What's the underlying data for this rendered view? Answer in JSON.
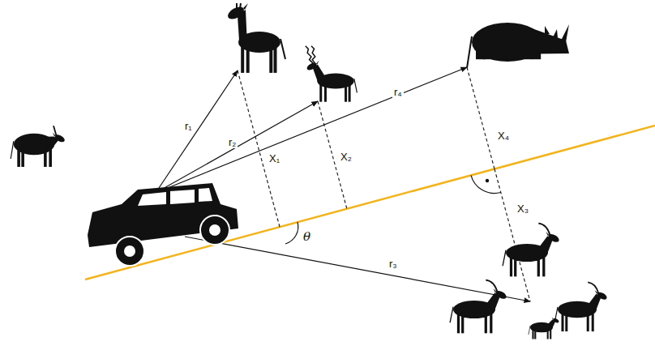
{
  "diagram": {
    "labels": [
      "r₁",
      "r₂",
      "r₄",
      "X₄",
      "X₁",
      "X₂",
      "X₃",
      "θ",
      "r₃"
    ]
  }
}
